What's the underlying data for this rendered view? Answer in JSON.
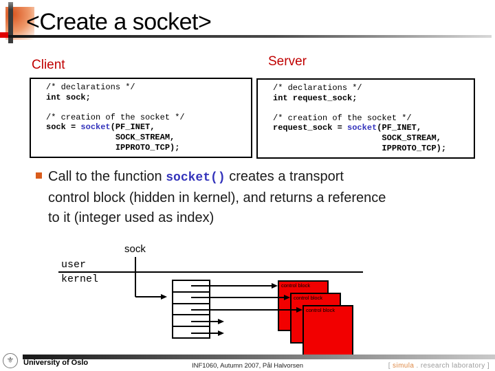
{
  "title": "<Create a socket>",
  "client": {
    "label": "Client",
    "code": {
      "comment1": "/* declarations */",
      "decl": "int sock;",
      "comment2": "/* creation of the socket */",
      "call_pre": "sock = ",
      "call_fn": "socket",
      "call_post": "(PF_INET,",
      "call_line2": "              SOCK_STREAM,",
      "call_line3": "              IPPROTO_TCP);"
    }
  },
  "server": {
    "label": "Server",
    "code": {
      "comment1": "/* declarations */",
      "decl": "int request_sock;",
      "comment2": "/* creation of the socket */",
      "call_pre": "request_sock = ",
      "call_fn": "socket",
      "call_post": "(PF_INET,",
      "call_line2": "                      SOCK_STREAM,",
      "call_line3": "                      IPPROTO_TCP);"
    }
  },
  "bullet": {
    "line1_pre": "Call to the function ",
    "line1_code": "socket()",
    "line1_post": " creates a transport",
    "line2": "control block (hidden in kernel), and returns a reference",
    "line3": "to it (integer used as index)"
  },
  "diagram": {
    "sock_label": "sock",
    "user_label": "user",
    "kernel_label": "kernel",
    "control_blocks": [
      "control block",
      "control block",
      "control block"
    ]
  },
  "footer": {
    "university": "University of Oslo",
    "course_info": "INF1060,  Autumn 2007,  Pål Halvorsen",
    "simula_bracket_open": "[ ",
    "simula_name": "simula",
    "simula_rest": " . research laboratory",
    "simula_bracket_close": " ]",
    "logo_glyph": "⚜"
  },
  "colors": {
    "accent_red": "#e00000",
    "header_red": "#c00000",
    "code_blue": "#3333bb",
    "box_red": "#f20000",
    "bullet_orange": "#d95c1c",
    "simula_orange": "#dd8844"
  }
}
